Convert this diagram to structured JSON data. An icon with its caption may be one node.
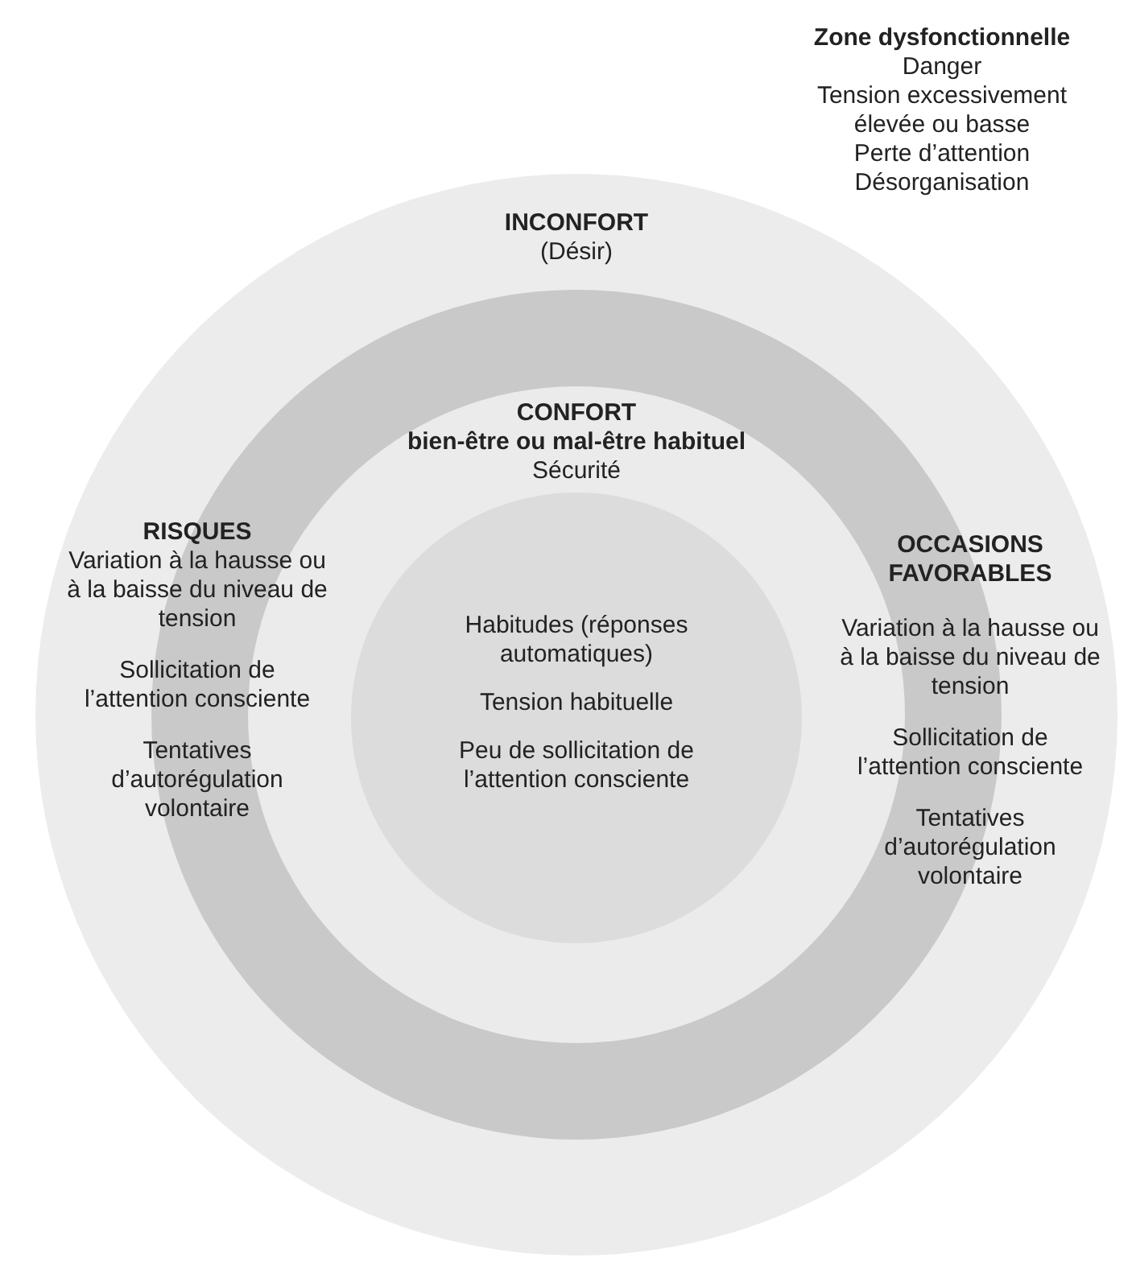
{
  "diagram": {
    "nodes": [
      {
        "text": [
          "INCONFORT",
          "(Désir)"
        ]
      },
      {
        "text": [],
        "shape": "circle",
        "in": 0
      },
      {
        "text": [
          "CONFORT",
          "bien-être ou mal-être habituel",
          "Sécurité"
        ],
        "in": 1
      },
      {
        "text": [
          "Habitudes (réponses automatiques)",
          "Tension habituelle",
          "Peu de sollicitation de l’attention consciente"
        ],
        "in": 2
      }
    ],
    "edges": [],
    "labels": [
      "Zone dysfonctionnelle",
      "Danger",
      "Tension excessivement élevée ou basse",
      "Perte d’attention",
      "Désorganisation",
      "RISQUES",
      "Variation à la hausse ou à la baisse du niveau de tension",
      "Sollicitation de l’attention consciente",
      "Tentatives d’autorégulation volontaire",
      "OCCASIONS FAVORABLES",
      "Variation à la hausse ou à la baisse du niveau de tension",
      "Sollicitation de l’attention consciente",
      "Tentatives d’autorégulation volontaire"
    ]
  }
}
